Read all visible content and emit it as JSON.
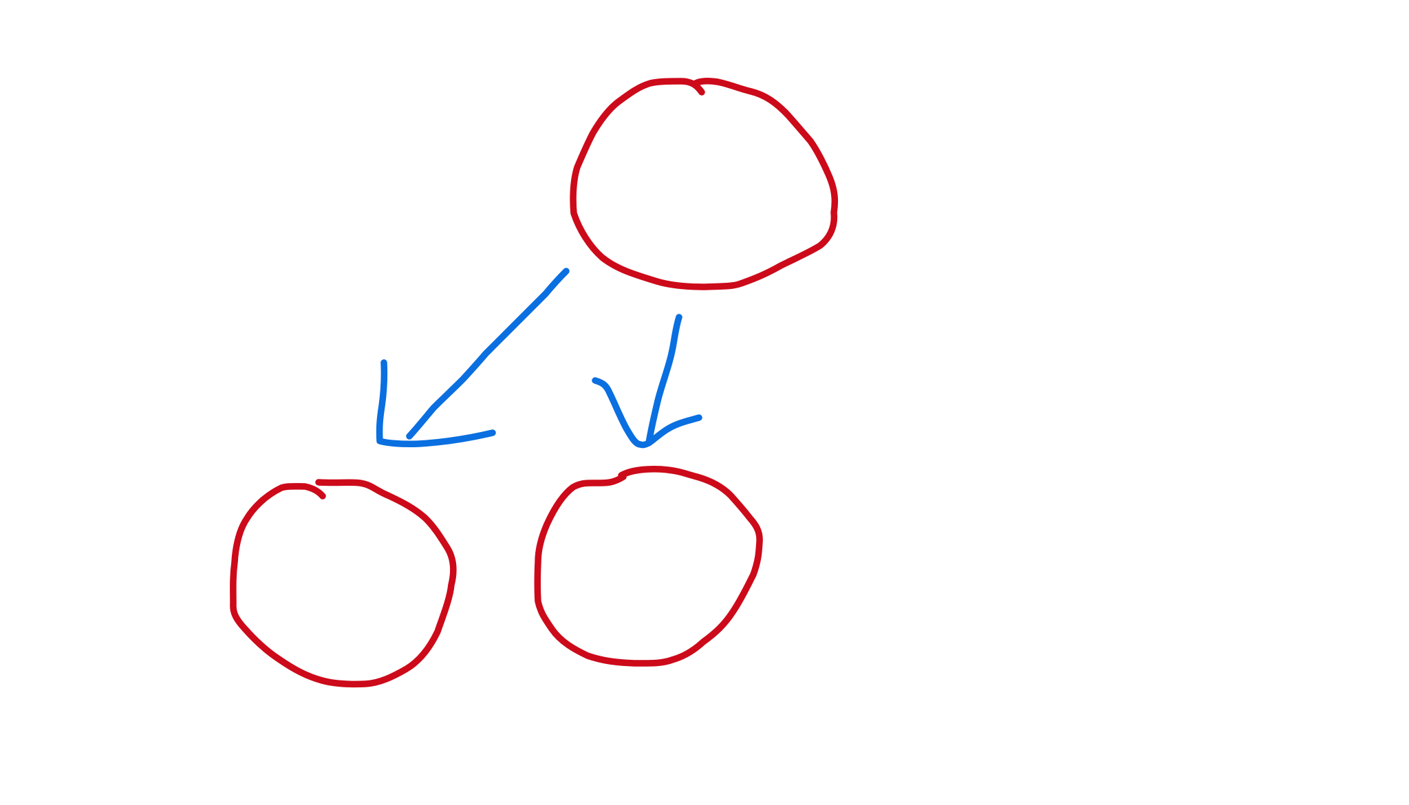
{
  "drawing": {
    "colors": {
      "node": "#cc0a1a",
      "edge": "#0a6fe0",
      "background": "#ffffff"
    },
    "nodes": [
      {
        "id": "top",
        "shape": "circle"
      },
      {
        "id": "bottom-left",
        "shape": "circle"
      },
      {
        "id": "bottom-right",
        "shape": "circle"
      }
    ],
    "edges": [
      {
        "from": "top",
        "to": "bottom-left",
        "style": "hand-drawn arrow"
      },
      {
        "from": "top",
        "to": "bottom-right",
        "style": "hand-drawn arrow"
      }
    ]
  }
}
